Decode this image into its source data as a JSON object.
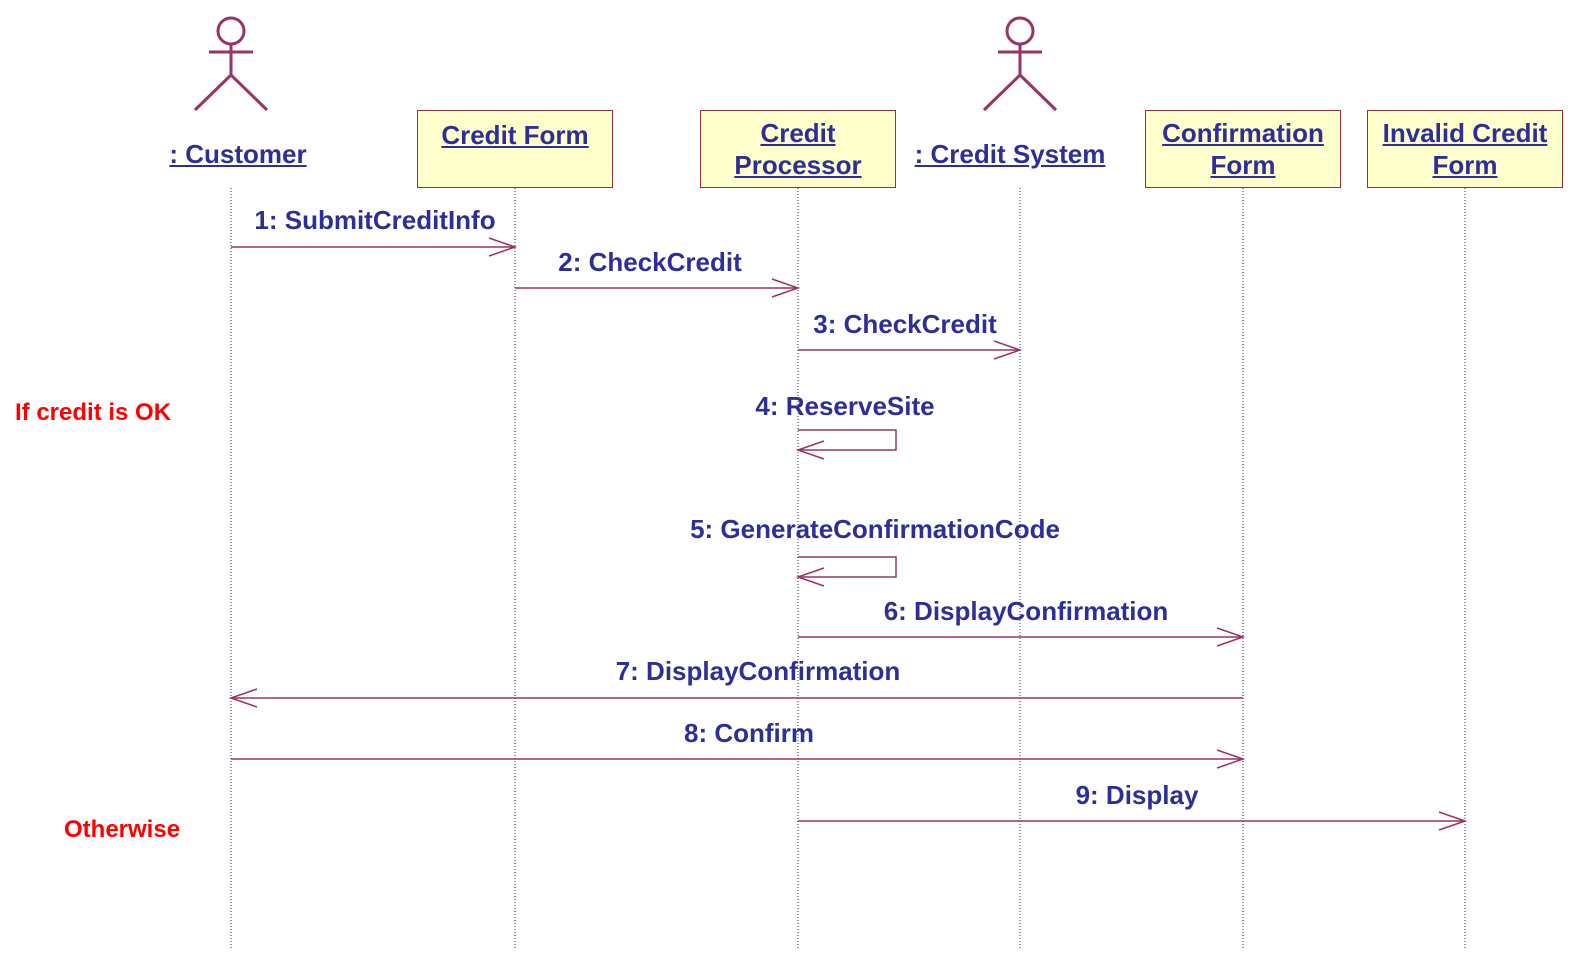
{
  "diagram": {
    "participants": [
      {
        "id": "customer",
        "label": ": Customer",
        "kind": "actor"
      },
      {
        "id": "credit_form",
        "label": "Credit Form",
        "kind": "object"
      },
      {
        "id": "credit_processor",
        "label": "Credit Processor",
        "kind": "object"
      },
      {
        "id": "credit_system",
        "label": ": Credit System",
        "kind": "actor"
      },
      {
        "id": "confirmation_form",
        "label": "Confirmation Form",
        "kind": "object"
      },
      {
        "id": "invalid_credit_form",
        "label": "Invalid Credit Form",
        "kind": "object"
      }
    ],
    "messages": [
      {
        "label": "1: SubmitCreditInfo",
        "from": "customer",
        "to": "credit_form"
      },
      {
        "label": "2: CheckCredit",
        "from": "credit_form",
        "to": "credit_processor"
      },
      {
        "label": "3: CheckCredit",
        "from": "credit_processor",
        "to": "credit_system"
      },
      {
        "label": "4: ReserveSite",
        "from": "credit_processor",
        "to": "credit_processor"
      },
      {
        "label": "5: GenerateConfirmationCode",
        "from": "credit_processor",
        "to": "credit_processor"
      },
      {
        "label": "6: DisplayConfirmation",
        "from": "credit_processor",
        "to": "confirmation_form"
      },
      {
        "label": "7: DisplayConfirmation",
        "from": "confirmation_form",
        "to": "customer"
      },
      {
        "label": "8: Confirm",
        "from": "customer",
        "to": "confirmation_form"
      },
      {
        "label": "9: Display",
        "from": "credit_processor",
        "to": "invalid_credit_form"
      }
    ],
    "conditions": [
      {
        "label": "If credit is OK"
      },
      {
        "label": "Otherwise"
      }
    ],
    "colors": {
      "line": "#993366",
      "text": "#2e2e99",
      "box_fill": "#ffffcc",
      "box_border": "#993333",
      "condition": "#ff0000"
    }
  }
}
